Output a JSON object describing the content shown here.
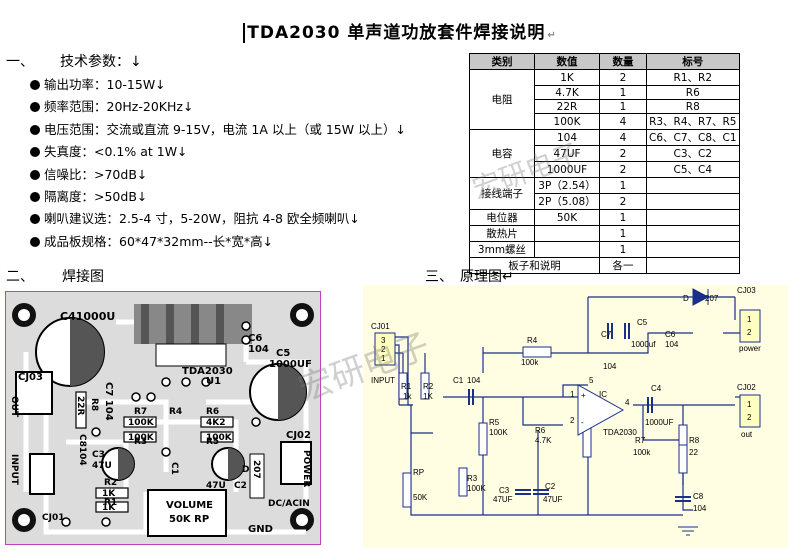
{
  "title": "TDA2030 单声道功放套件焊接说明",
  "return_mark": "↵",
  "section1": {
    "num": "一、",
    "label": "技术参数：↓"
  },
  "specs": [
    "输出功率：10-15W↓",
    "频率范围：20Hz-20KHz↓",
    "电压范围：交流或直流 9-15V，电流 1A 以上（或 15W 以上）↓",
    "失真度：<0.1% at 1W↓",
    "信噪比：>70dB↓",
    "隔离度：>50dB↓",
    "喇叭建议选：2.5-4 寸，5-20W，阻抗 4-8 欧全频喇叭↓",
    "成品板规格：60*47*32mm--长*宽*高↓"
  ],
  "section2": {
    "num": "二、",
    "label": "焊接图"
  },
  "section3": {
    "num": "三、",
    "label": "原理图↵"
  },
  "bom": {
    "headers": [
      "类别",
      "数值",
      "数量",
      "标号"
    ],
    "resistor_label": "电阻",
    "capacitor_label": "电容",
    "terminal_label": "接线端子",
    "resistor_rows": [
      {
        "value": "1K",
        "qty": "2",
        "ref": "R1、R2"
      },
      {
        "value": "4.7K",
        "qty": "1",
        "ref": "R6"
      },
      {
        "value": "22R",
        "qty": "1",
        "ref": "R8"
      },
      {
        "value": "100K",
        "qty": "4",
        "ref": "R3、R4、R7、R5"
      }
    ],
    "capacitor_rows": [
      {
        "value": "104",
        "qty": "4",
        "ref": "C6、C7、C8、C1"
      },
      {
        "value": "47UF",
        "qty": "2",
        "ref": "C3、C2"
      },
      {
        "value": "1000UF",
        "qty": "2",
        "ref": "C5、C4"
      }
    ],
    "terminal_rows": [
      {
        "value": "3P（2.54）",
        "qty": "1",
        "ref": ""
      },
      {
        "value": "2P（5.08）",
        "qty": "2",
        "ref": ""
      }
    ],
    "other_rows": [
      {
        "category": "电位器",
        "value": "50K",
        "qty": "1",
        "ref": ""
      },
      {
        "category": "散热片",
        "value": "",
        "qty": "1",
        "ref": ""
      },
      {
        "category": "3mm螺丝",
        "value": "",
        "qty": "1",
        "ref": ""
      },
      {
        "category": "板子和说明",
        "value": "",
        "qty": "各一",
        "ref": ""
      }
    ]
  },
  "watermark": "宏研电子",
  "pcb_labels": {
    "c4": "C41000U",
    "c6": "C6",
    "c6v": "104",
    "c5": "C5",
    "c5v": "1000UF",
    "c7": "C7 104",
    "tda": "TDA2030",
    "u1": "U1",
    "cj03": "CJ03",
    "r8": "R8",
    "r8v": "22R",
    "out": "OUT",
    "c8": "C8104",
    "r7": "R7",
    "r7v": "100K",
    "r4": "R4",
    "r6": "R6",
    "r6v": "4K2",
    "r3": "R3",
    "r3v": "100K",
    "r5": "R5",
    "r5v": "100K",
    "c3": "C3",
    "c3v": "47U",
    "c1": "C1",
    "c2": "C2",
    "c2v": "47U",
    "d": "D",
    "d207": "207",
    "cj02": "CJ02",
    "power": "POWER",
    "input": "INPUT",
    "r2": "R2",
    "r2v": "1K",
    "r1": "R1",
    "r1v": "1K",
    "vol": "VOLUME",
    "vol2": "50K RP",
    "gnd": "GND",
    "dcac": "DC/ACIN",
    "cj01": "CJ01"
  },
  "sch_labels": {
    "cj01": "CJ01",
    "p3": "3",
    "p2": "2",
    "p1": "1",
    "input": "INPUT",
    "r1": "R1",
    "r1v": "1k",
    "r2": "R2",
    "r2v": "1K",
    "c1": "C1",
    "c1v": "104",
    "r4": "R4",
    "r4v": "100k",
    "r5": "R5",
    "r5v": "100K",
    "r3": "R3",
    "r3v": "100K",
    "rp": "RP",
    "rpv": "50K",
    "r6": "R6",
    "r6v": "4.7K",
    "c3": "C3",
    "c3v": "47UF",
    "c2": "C2",
    "c2v": "47UF",
    "c7": "C7",
    "c7v": "104",
    "c5": "C5",
    "c5v": "1000uf",
    "c6": "C6",
    "c6v": "104",
    "d": "D",
    "d207": "207",
    "cj03": "CJ03",
    "power": "power",
    "ic": "IC",
    "tda": "TDA2030",
    "pin5": "5",
    "pin1": "1",
    "pin2": "2",
    "pin4": "4",
    "plus": "+",
    "minus": "-",
    "c4": "C4",
    "c4v": "1000UF",
    "r7": "R7",
    "r7v": "100k",
    "r8": "R8",
    "r8v": "22",
    "c8": "C8",
    "c8v": "104",
    "cj02": "CJ02",
    "out": "out",
    "q1": "1",
    "q2": "2"
  }
}
